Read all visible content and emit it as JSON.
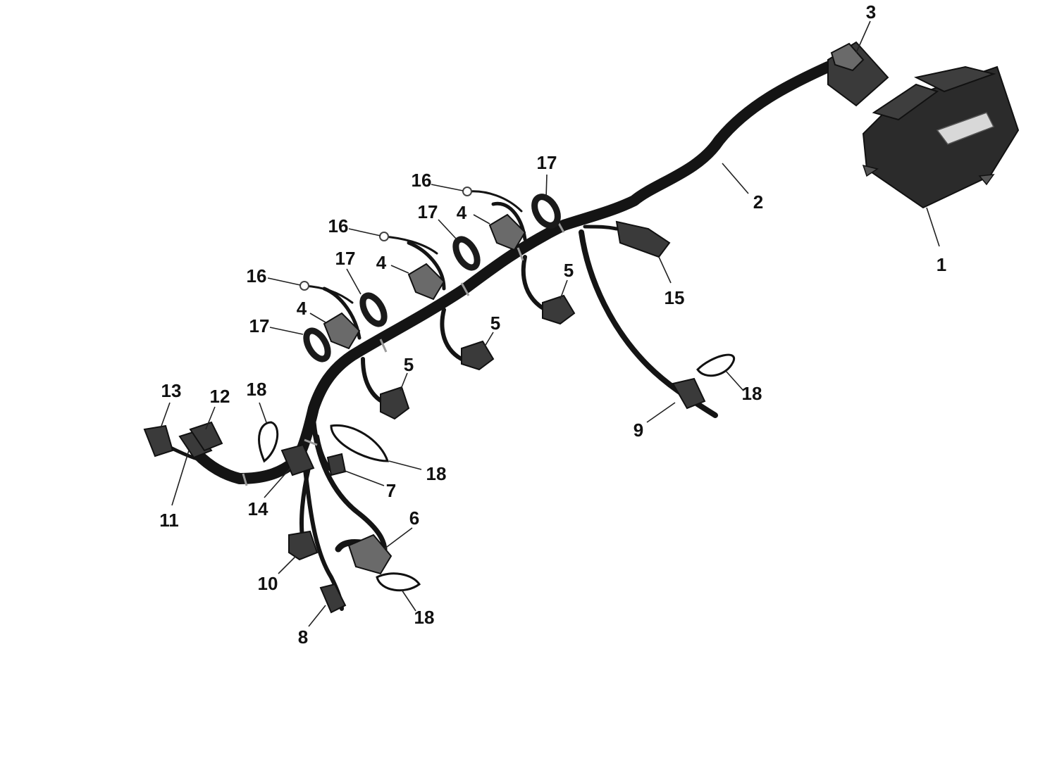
{
  "diagram": {
    "callouts": [
      "1",
      "2",
      "3",
      "4",
      "4",
      "4",
      "5",
      "5",
      "5",
      "6",
      "7",
      "8",
      "9",
      "10",
      "11",
      "12",
      "13",
      "14",
      "15",
      "16",
      "16",
      "16",
      "17",
      "17",
      "17",
      "17",
      "18",
      "18",
      "18",
      "18"
    ]
  }
}
